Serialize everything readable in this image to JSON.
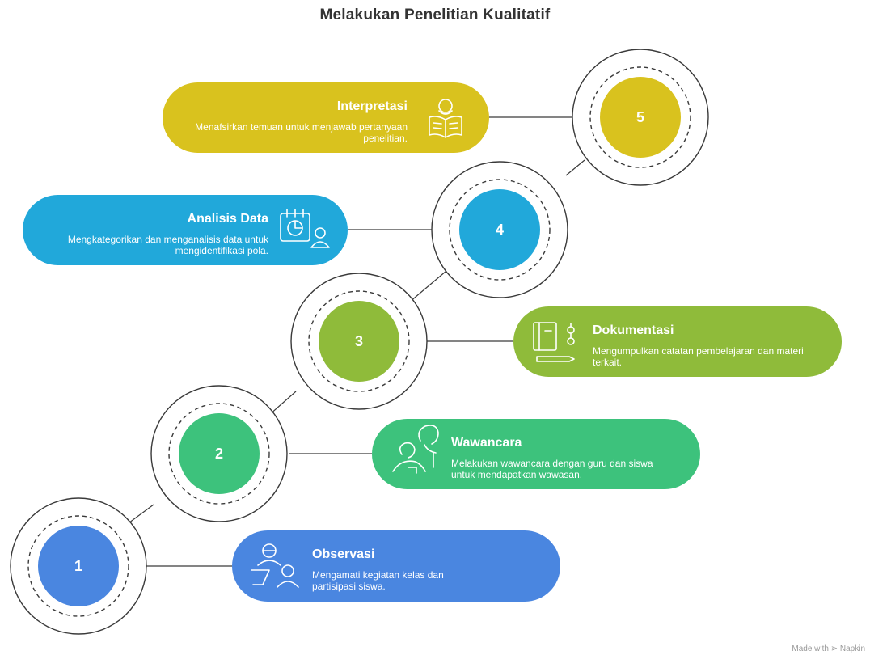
{
  "title": "Melakukan Penelitian Kualitatif",
  "footer": "Made with ⋗ Napkin",
  "steps": [
    {
      "number": "1",
      "heading": "Observasi",
      "description": "Mengamati kegiatan kelas dan partisipasi siswa.",
      "color": "#4A86E0",
      "icon": "teacher-student-icon"
    },
    {
      "number": "2",
      "heading": "Wawancara",
      "description": "Melakukan wawancara dengan guru dan siswa untuk mendapatkan wawasan.",
      "color": "#3DC27C",
      "icon": "interview-icon"
    },
    {
      "number": "3",
      "heading": "Dokumentasi",
      "description": "Mengumpulkan catatan pembelajaran dan materi terkait.",
      "color": "#8FBB3A",
      "icon": "notebook-icon"
    },
    {
      "number": "4",
      "heading": "Analisis Data",
      "description": "Mengkategorikan dan menganalisis data untuk mengidentifikasi pola.",
      "color": "#21A8DA",
      "icon": "calendar-chart-person-icon"
    },
    {
      "number": "5",
      "heading": "Interpretasi",
      "description": "Menafsirkan temuan untuk menjawab pertanyaan penelitian.",
      "color": "#D9C21E",
      "icon": "reader-book-icon"
    }
  ]
}
